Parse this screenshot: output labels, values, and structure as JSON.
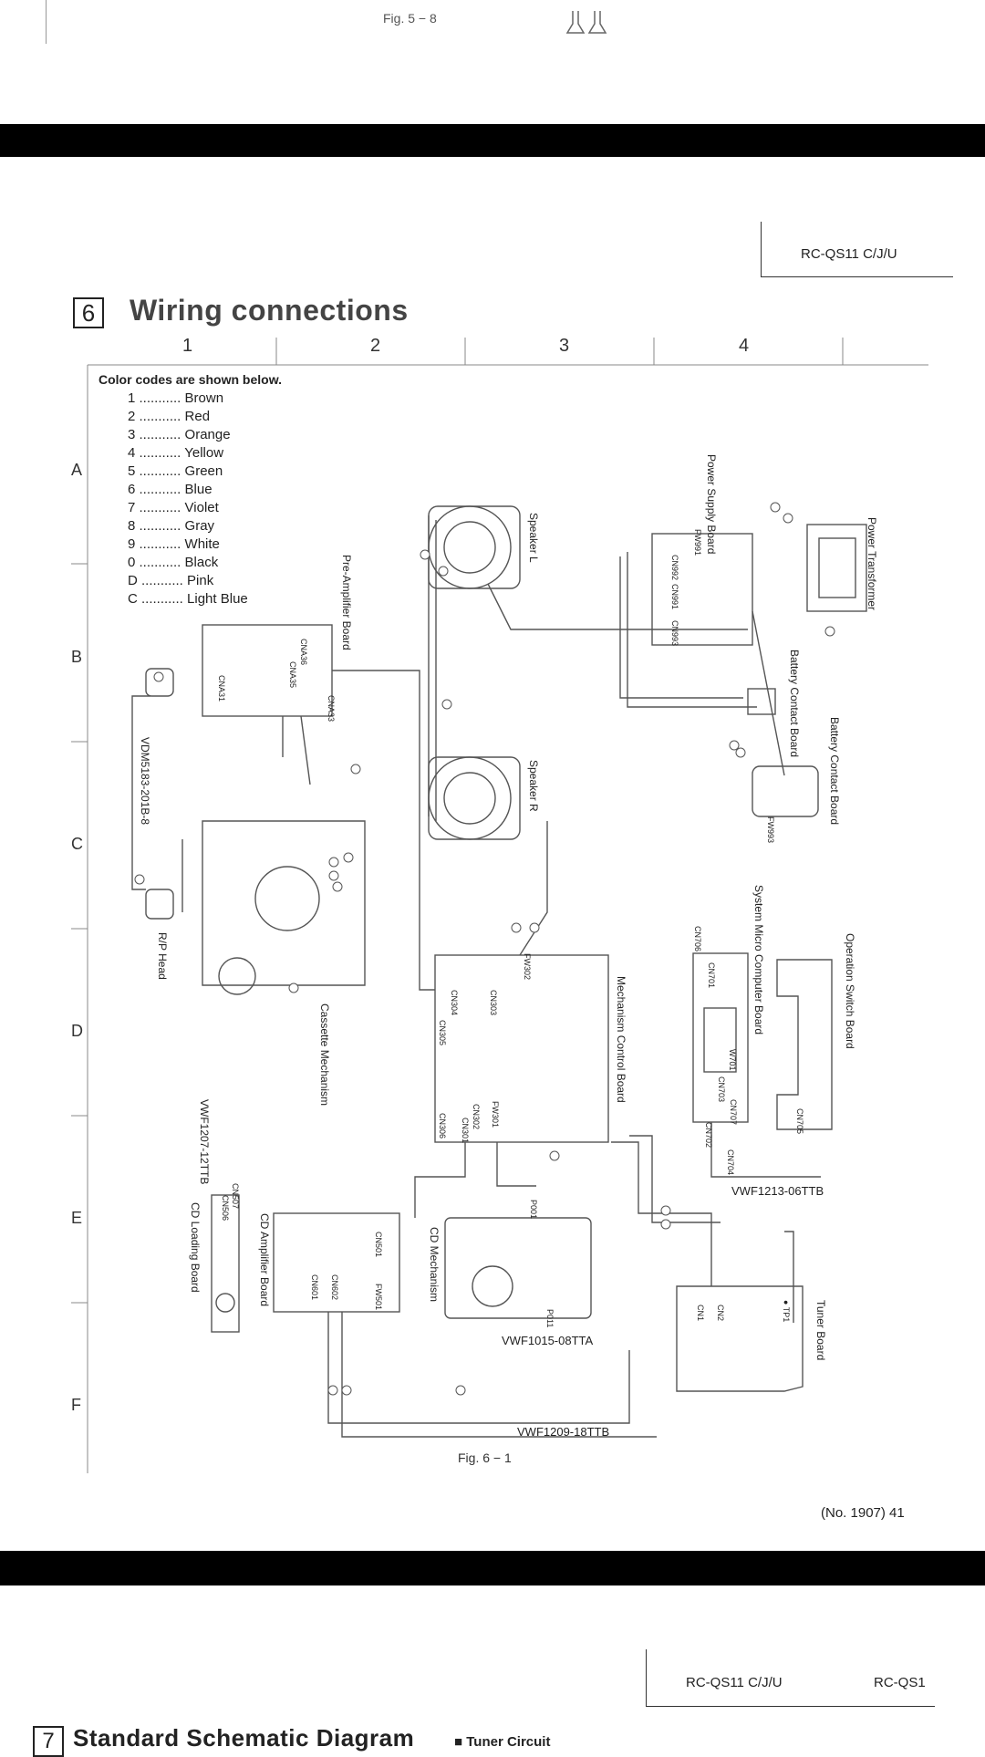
{
  "top": {
    "fig_label": "Fig. 5 − 8"
  },
  "header": {
    "model": "RC-QS11 C/J/U"
  },
  "section": {
    "number": "6",
    "title": "Wiring connections"
  },
  "grid": {
    "columns": [
      "1",
      "2",
      "3",
      "4"
    ],
    "rows": [
      "A",
      "B",
      "C",
      "D",
      "E",
      "F"
    ]
  },
  "legend": {
    "title": "Color codes are shown below.",
    "items": [
      {
        "code": "1",
        "color": "Brown"
      },
      {
        "code": "2",
        "color": "Red"
      },
      {
        "code": "3",
        "color": "Orange"
      },
      {
        "code": "4",
        "color": "Yellow"
      },
      {
        "code": "5",
        "color": "Green"
      },
      {
        "code": "6",
        "color": "Blue"
      },
      {
        "code": "7",
        "color": "Violet"
      },
      {
        "code": "8",
        "color": "Gray"
      },
      {
        "code": "9",
        "color": "White"
      },
      {
        "code": "0",
        "color": "Black"
      },
      {
        "code": "D",
        "color": "Pink"
      },
      {
        "code": "C",
        "color": "Light Blue"
      }
    ]
  },
  "labels": {
    "power_supply_board": "Power Supply Board",
    "power_transformer": "Power Transformer",
    "speaker_l": "Speaker L",
    "speaker_r": "Speaker R",
    "preamp_board": "Pre-Amplifier Board",
    "battery_contact_board_1": "Battery Contact Board",
    "battery_contact_board_2": "Battery Contact Board",
    "system_micro": "System Micro Computer Board",
    "operation_switch": "Operation Switch Board",
    "mechanism_control": "Mechanism Control Board",
    "cassette_mechanism": "Cassette Mechanism",
    "rp_head": "R/P Head",
    "vdm": "VDM5183-201B-8",
    "vwf1207": "VWF1207-12TTB",
    "cd_loading": "CD Loading Board",
    "cd_amplifier": "CD Amplifier Board",
    "cd_mechanism": "CD Mechanism",
    "tuner_board": "Tuner Board",
    "vwf1213": "VWF1213-06TTB",
    "vwf1015": "VWF1015-08TTA",
    "vwf1209": "VWF1209-18TTB"
  },
  "connectors": {
    "cn992": "CN992",
    "cn991": "CN991",
    "cn993": "CN993",
    "fw991": "FW991",
    "fw993": "FW993",
    "cna36": "CNA36",
    "cna35": "CNA35",
    "cna31": "CNA31",
    "cna33": "CNA33",
    "cn706": "CN706",
    "cn701": "CN701",
    "w701": "W701",
    "cn703": "CN703",
    "cn707": "CN707",
    "cn705": "CN705",
    "cn702": "CN702",
    "cn704": "CN704",
    "fw302": "FW302",
    "cn303": "CN303",
    "cn304": "CN304",
    "cn305": "CN305",
    "cn306": "CN306",
    "cn301": "CN301",
    "cn302": "CN302",
    "fw301": "FW301",
    "cn507": "CN507",
    "cn506": "CN506",
    "cn501": "CN501",
    "cn601": "CN601",
    "cn602": "CN602",
    "fw501": "FW501",
    "p001": "P001",
    "p011": "P011",
    "cn1": "CN1",
    "cn2": "CN2",
    "tp1": "● TP1"
  },
  "footer": {
    "fig_label": "Fig. 6 − 1",
    "page": "(No. 1907) 41",
    "model_left": "RC-QS11 C/J/U",
    "model_right": "RC-QS1",
    "next_number": "7",
    "next_title": "Standard Schematic Diagram",
    "next_sub": "■ Tuner Circuit"
  }
}
